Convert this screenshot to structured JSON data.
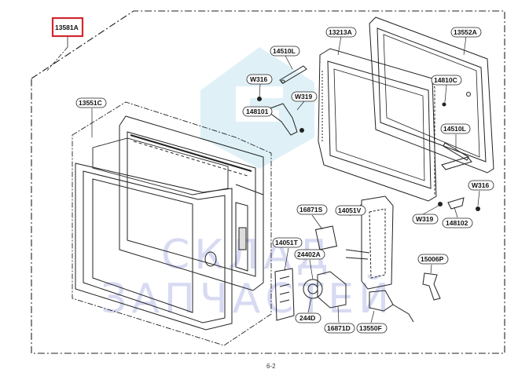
{
  "diagram": {
    "highlight_color": "#d0282e",
    "watermark_color": "#b7bce8",
    "watermark_logo_color": "#c6e6f2",
    "page_number": "6-2",
    "callouts": {
      "c13581A": "13581A",
      "c13213A": "13213A",
      "c13552A": "13552A",
      "c14510L_top": "14510L",
      "cW316_left": "W316",
      "cW319_left": "W319",
      "c148101": "148101",
      "c14810C": "14810C",
      "c13551C": "13551C",
      "c14510L_right": "14510L",
      "cW316_right": "W316",
      "cW319_right": "W319",
      "c148102": "148102",
      "c16871S": "16871S",
      "c14051V": "14051V",
      "c14051T": "14051T",
      "c24402A": "24402A",
      "c15006P": "15006P",
      "c244D": "244D",
      "c16871D": "16871D",
      "c13550F": "13550F"
    }
  }
}
